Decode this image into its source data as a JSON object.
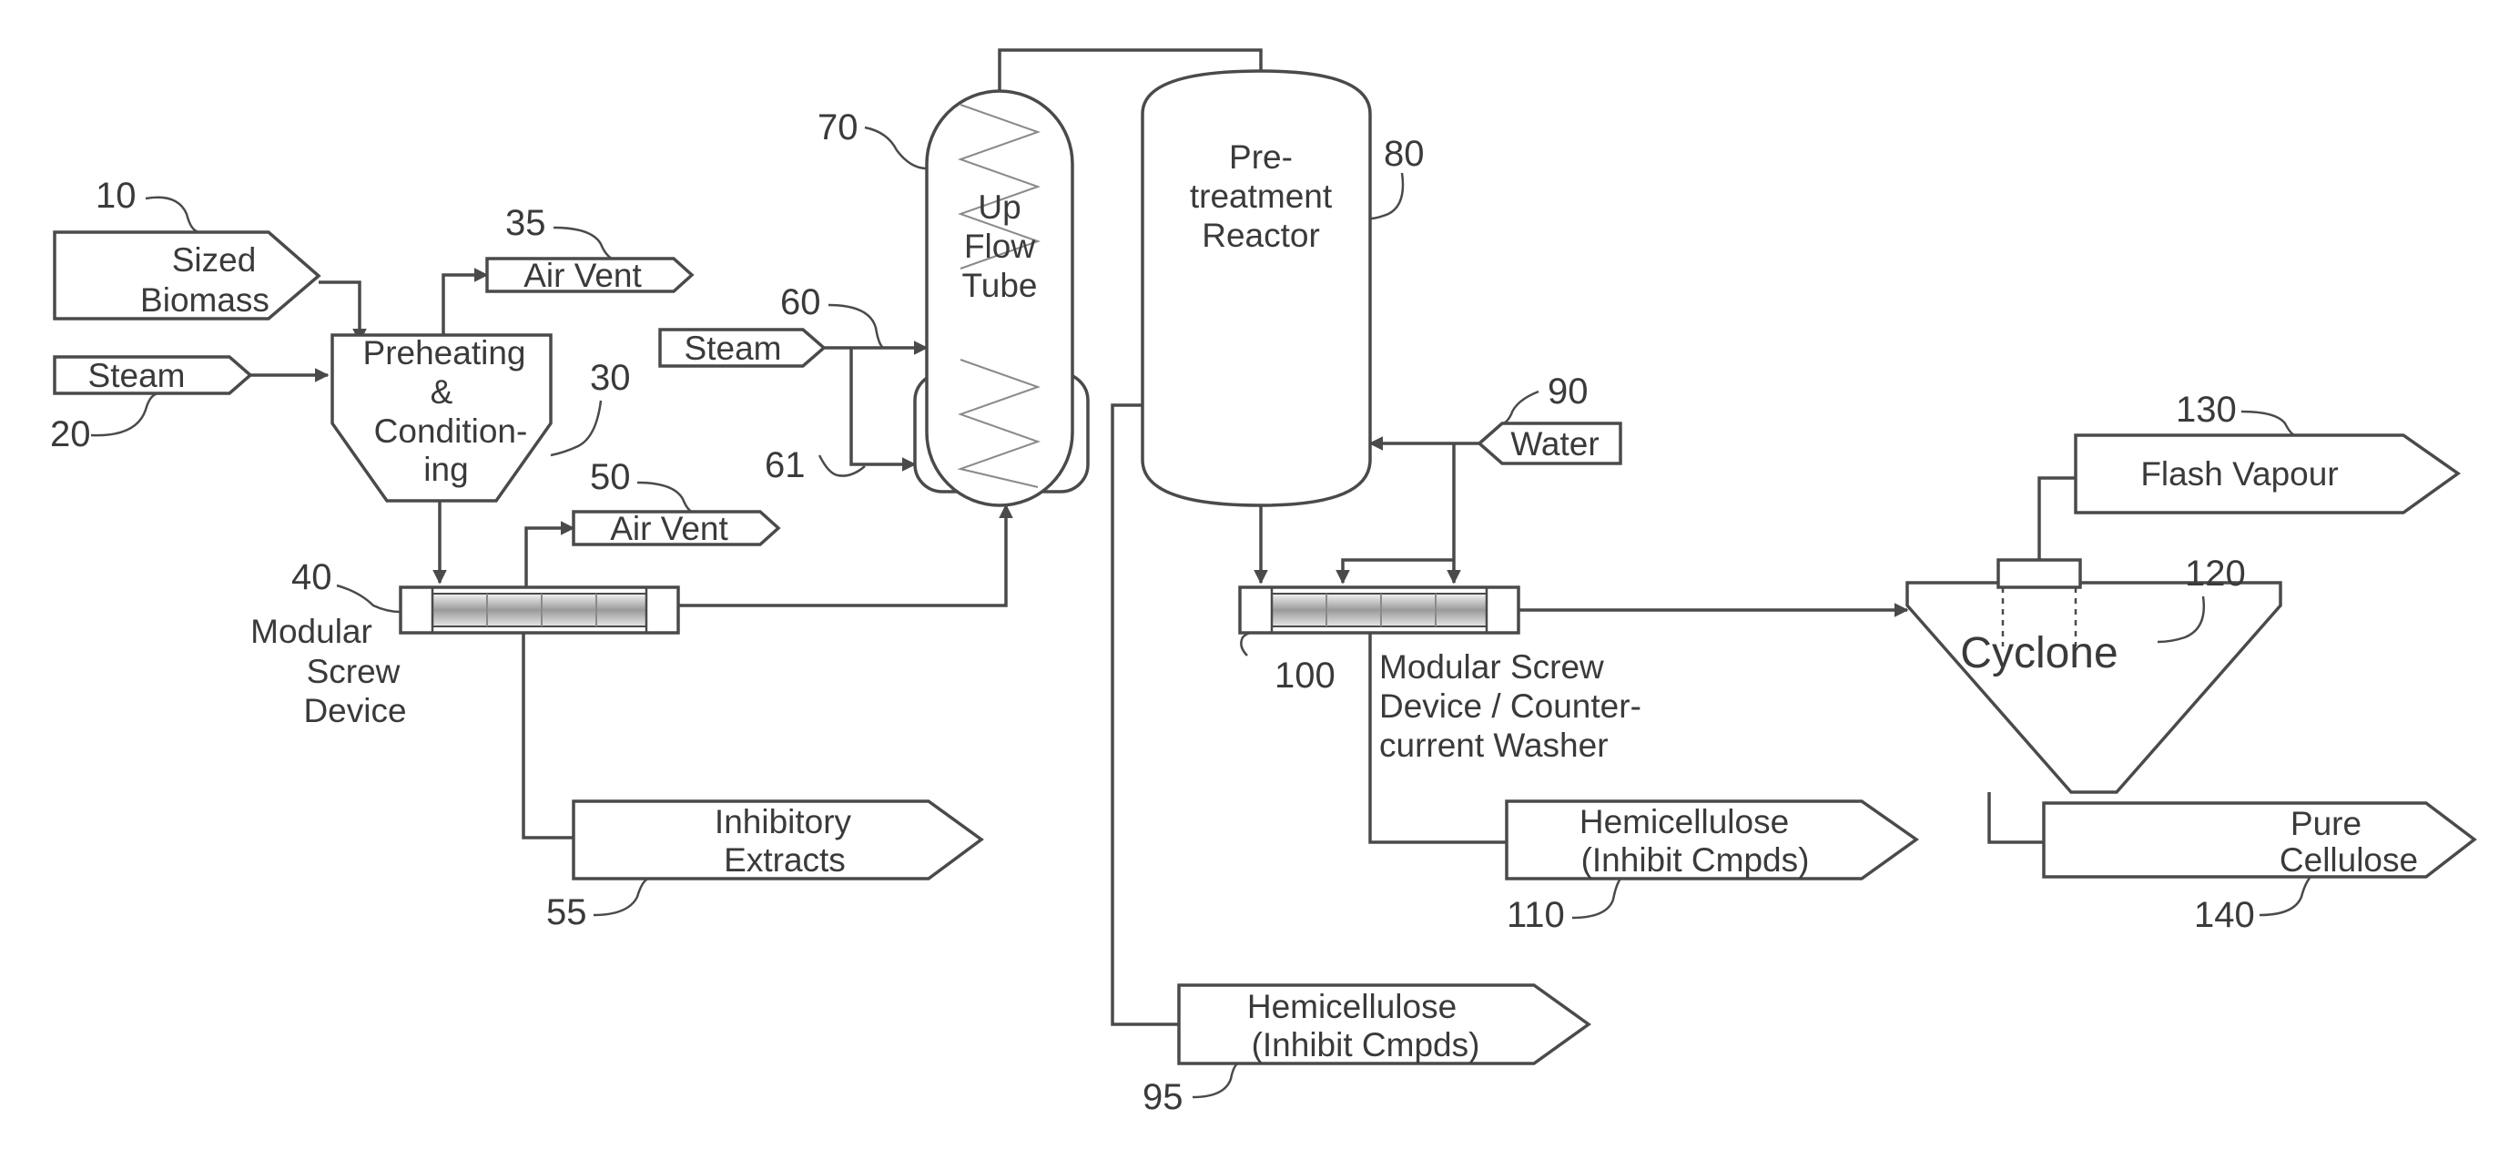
{
  "refs": {
    "r10": "10",
    "r20": "20",
    "r30": "30",
    "r35": "35",
    "r40": "40",
    "r50": "50",
    "r55": "55",
    "r60": "60",
    "r61": "61",
    "r70": "70",
    "r80": "80",
    "r90": "90",
    "r95": "95",
    "r100": "100",
    "r110": "110",
    "r120": "120",
    "r130": "130",
    "r140": "140"
  },
  "streams": {
    "sized_biomass": [
      "Sized",
      "Biomass"
    ],
    "steam_in": "Steam",
    "air_vent_top": "Air Vent",
    "air_vent_screw": "Air Vent",
    "steam_tube": "Steam",
    "water": "Water",
    "inhibitory_extracts": [
      "Inhibitory",
      "Extracts"
    ],
    "hemicellulose_reactor": [
      "Hemicellulose",
      "(Inhibit Cmpds)"
    ],
    "hemicellulose_washer": [
      "Hemicellulose",
      "(Inhibit Cmpds)"
    ],
    "flash_vapour": "Flash Vapour",
    "pure_cellulose": [
      "Pure",
      "Cellulose"
    ]
  },
  "units": {
    "preheating": [
      "Preheating",
      "&",
      "Condition-",
      "ing"
    ],
    "modular_screw_1": [
      "Modular",
      "Screw",
      "Device"
    ],
    "up_flow_tube": [
      "Up",
      "Flow",
      "Tube"
    ],
    "pretreatment_reactor": [
      "Pre-",
      "treatment",
      "Reactor"
    ],
    "modular_screw_2": [
      "Modular Screw",
      "Device / Counter-",
      "current Washer"
    ],
    "cyclone": "Cyclone"
  }
}
